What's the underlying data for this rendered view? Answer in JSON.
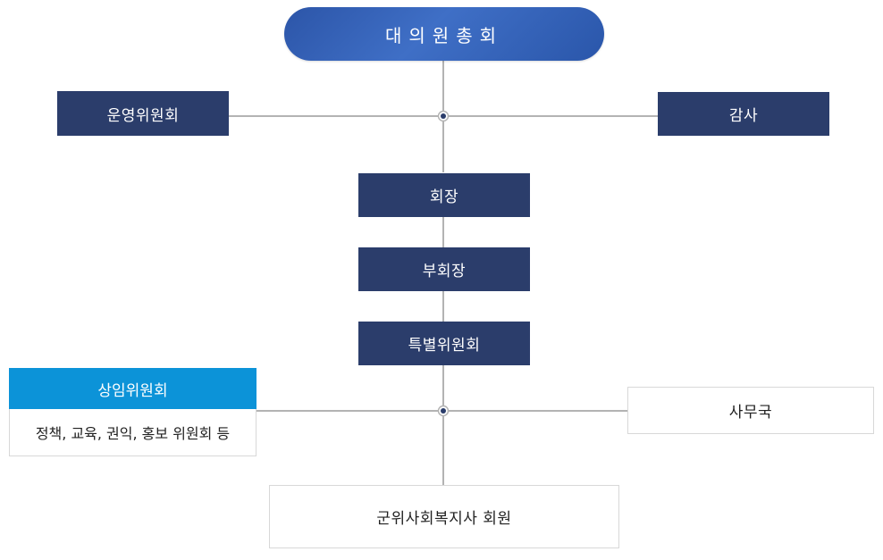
{
  "org": {
    "general_assembly": "대의원총회",
    "steering_committee": "운영위원회",
    "audit": "감사",
    "president": "회장",
    "vice_president": "부회장",
    "special_committee": "특별위원회",
    "standing_committee": "상임위원회",
    "standing_committee_detail": "정책, 교육, 권익, 홍보 위원회 등",
    "secretariat": "사무국",
    "members": "군위사회복지사 회원"
  },
  "colors": {
    "dark_box": "#2b3d6b",
    "pill_blue": "#2f5bb0",
    "standing_blue": "#0c93d8",
    "connector": "#b3b3b3",
    "junction_dot": "#2b3d6b"
  }
}
